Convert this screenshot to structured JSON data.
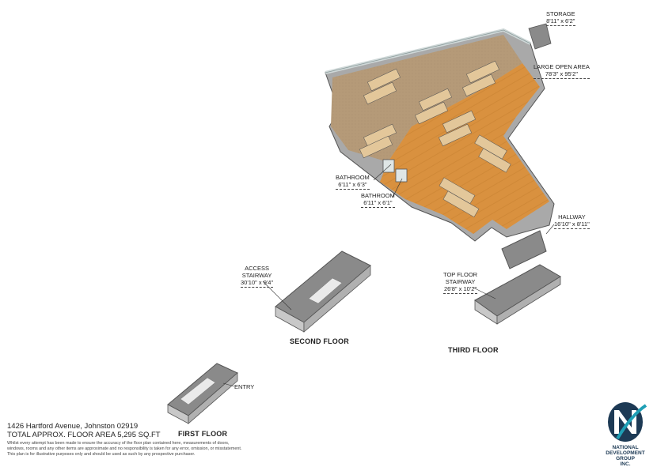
{
  "rooms": {
    "storage": {
      "name": "STORAGE",
      "dims": "8'11\" x 6'2\""
    },
    "large_open_area": {
      "name": "LARGE OPEN AREA",
      "dims": "78'3\" x 95'2\""
    },
    "bathroom_1": {
      "name": "BATHROOM",
      "dims": "6'11\" x 6'3\""
    },
    "bathroom_2": {
      "name": "BATHROOM",
      "dims": "6'11\" x 6'1\""
    },
    "hallway": {
      "name": "HALLWAY",
      "dims": "16'10\" x 8'11\""
    },
    "access_stairway": {
      "name": "ACCESS\nSTAIRWAY",
      "dims": "30'10\" x 9'4\""
    },
    "top_floor_stairway": {
      "name": "TOP FLOOR\nSTAIRWAY",
      "dims": "26'8\" x 10'2\""
    },
    "entry": {
      "name": "ENTRY"
    }
  },
  "floors": {
    "first": "FIRST FLOOR",
    "second": "SECOND FLOOR",
    "third": "THIRD FLOOR"
  },
  "footer": {
    "address": "1426 Hartford Avenue, Johnston 02919",
    "total_area": "TOTAL APPROX. FLOOR AREA 5,295 SQ.FT",
    "disclaimer_1": "Whilst every attempt has been made to ensure the accuracy of the floor plan contained here, measurements of doors,",
    "disclaimer_2": "windows, rooms and any other items are approximate and no responsibility is taken for any error, omission, or misstatement.",
    "disclaimer_3": "This plan is for illustrative purposes only and should be used as such by any prospective purchaser."
  },
  "logo": {
    "letter": "N",
    "line1": "NATIONAL",
    "line2": "DEVELOPMENT",
    "line3": "GROUP",
    "line4": "INC."
  },
  "colors": {
    "wood_floor": "#d9913f",
    "carpet_floor": "#b59a78",
    "wall": "#9a9a9a",
    "stair_floor": "#8a8a8a",
    "logo_teal": "#1f9fb5",
    "logo_navy": "#1d3a55"
  }
}
